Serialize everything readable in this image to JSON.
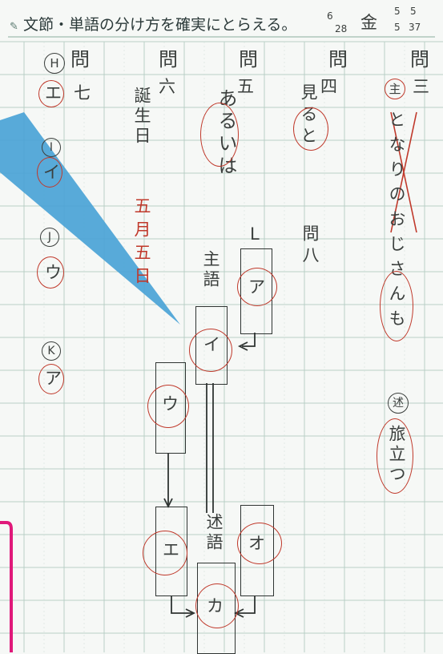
{
  "header": {
    "title": "文節・単語の分け方を確実にとらえる。",
    "date_month": "6",
    "date_day": "28",
    "weekday": "金",
    "score_top_a": "5",
    "score_top_b": "5",
    "score_bottom_a": "5",
    "score_bottom_b": "37"
  },
  "columns": {
    "q1": {
      "label": "問",
      "marker": "H",
      "answers": [
        "I",
        "J",
        "K"
      ]
    },
    "q2": {
      "label": "問",
      "marker": "六"
    },
    "q3": {
      "label": "問",
      "marker": "五"
    },
    "q4": {
      "label": "問",
      "marker": "四"
    },
    "q5": {
      "label": "問",
      "marker": "三"
    }
  },
  "answers": {
    "q7_label": "七",
    "q7_ans1": "エ",
    "q7_ans2": "イ",
    "q7_ans3": "ウ",
    "q7_ans4": "ア",
    "q6_text": "誕生日",
    "q6_red": "五月五日",
    "q5_text": "あるいは",
    "q4_text": "見ると",
    "q3_circle": "主",
    "q3_text": "となりのおじさんも",
    "q3_pred_mark": "述",
    "q3_pred": "旅立つ",
    "q8_label": "問八"
  },
  "diagram": {
    "subject": "主語",
    "predicate": "述語",
    "box_a": "ア",
    "box_i": "イ",
    "box_u": "ウ",
    "box_e": "エ",
    "box_o": "オ",
    "box_ka": "カ",
    "l_mark": "L"
  }
}
